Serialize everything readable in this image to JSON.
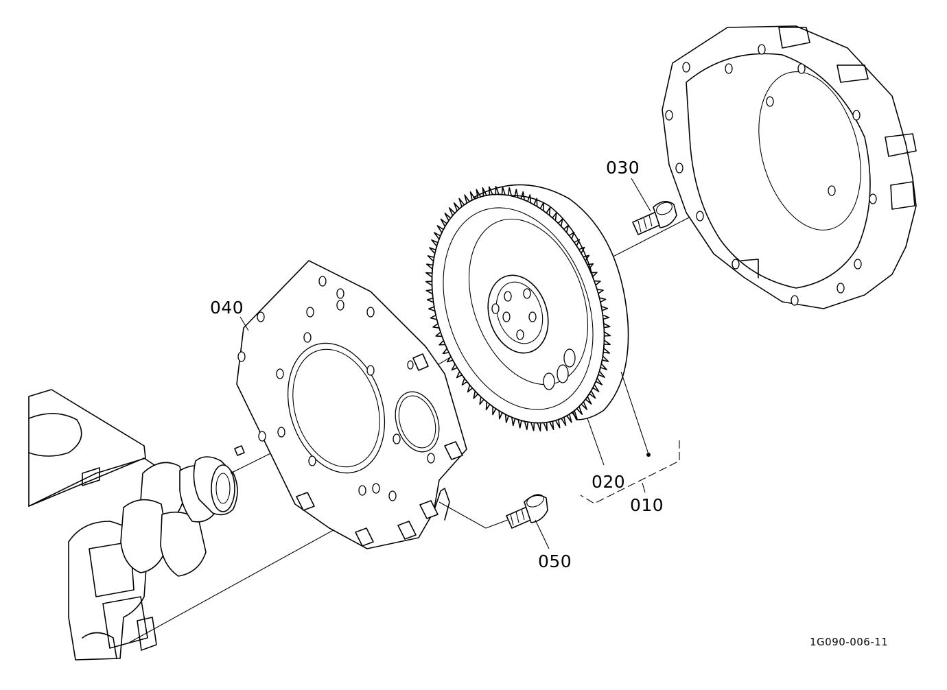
{
  "parts": {
    "p010": "010",
    "p020": "020",
    "p030": "030",
    "p040": "040",
    "p050": "050"
  },
  "figure_code": "1G090-006-11"
}
